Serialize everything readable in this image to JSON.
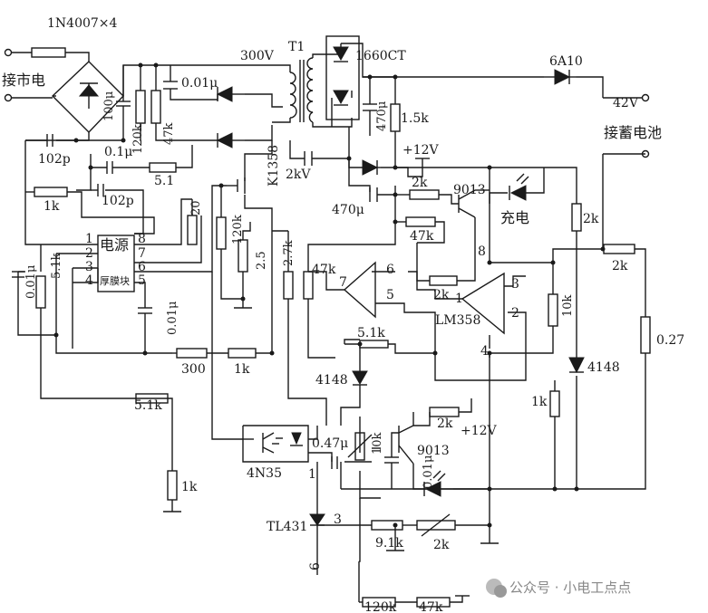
{
  "labels": {
    "bridge_diodes": "1N4007×4",
    "mains_input": "接市电",
    "cap_100u": "100μ",
    "res_120k_a": "120k",
    "res_47k_a": "47k",
    "cap_001u_a": "0.01μ",
    "cap_102p_a": "102p",
    "cap_01u": "0.1μ",
    "res_51_a": "5.1",
    "cap_102p_b": "102p",
    "res_1k_a": "1k",
    "voltage_300v": "300V",
    "transformer": "T1",
    "diode_1660ct": "1660CT",
    "fuse_6a10": "6A10",
    "voltage_42v": "42V",
    "battery_output": "接蓄电池",
    "res_15k": "1.5k",
    "cap_470u_a": "470μ",
    "supply_12v_a": "+12V",
    "cap_2kv": "2kV",
    "transistor_k1358": "K1358",
    "res_20": "20",
    "res_120k_b": "120k",
    "res_25": "2.5",
    "cap_470u_b": "470μ",
    "res_2k_a": "2k",
    "transistor_9013_a": "9013",
    "charge_led": "充电",
    "res_47k_b": "47k",
    "res_2k_b": "2k",
    "res_27k": "2.7k",
    "res_47k_c": "47k",
    "pin_8": "8",
    "pin_6": "6",
    "pin_7": "7",
    "pin_5": "5",
    "pin_1": "1",
    "pin_3": "3",
    "pin_2": "2",
    "pin_4": "4",
    "res_2k_c": "2k",
    "res_2k_d": "2k",
    "opamp_lm358": "LM358",
    "res_10k_a": "10k",
    "res_027": "0.27",
    "module_title": "电源",
    "module_sub": "厚膜块",
    "mod_pin_1": "1",
    "mod_pin_2": "2",
    "mod_pin_3": "3",
    "mod_pin_4": "4",
    "mod_pin_8": "8",
    "mod_pin_7": "7",
    "mod_pin_6": "6",
    "mod_pin_5": "5",
    "cap_001u_b": "0.01μ",
    "res_51k_a": "5.1k",
    "cap_001u_c": "0.01μ",
    "res_300": "300",
    "res_1k_b": "1k",
    "res_51k_b": "5.1k",
    "diode_4148_a": "4148",
    "diode_4148_b": "4148",
    "res_1k_c": "1k",
    "res_51k_c": "5.1k",
    "res_1k_d": "1k",
    "opto_4n35": "4N35",
    "cap_047u": "0.47μ",
    "res_10k_b": "10k",
    "res_2k_e": "2k",
    "supply_12v_b": "+12V",
    "transistor_9013_b": "9013",
    "cap_001u_d": "0.01μ",
    "tl431": "TL431",
    "tl431_pin3": "3",
    "tl431_pin6": "6",
    "tl431_pin1": "1",
    "res_91k": "9.1k",
    "res_2k_f": "2k",
    "res_120k_c": "120k",
    "res_47k_d": "47k",
    "watermark": "公众号 · 小电工点点"
  }
}
